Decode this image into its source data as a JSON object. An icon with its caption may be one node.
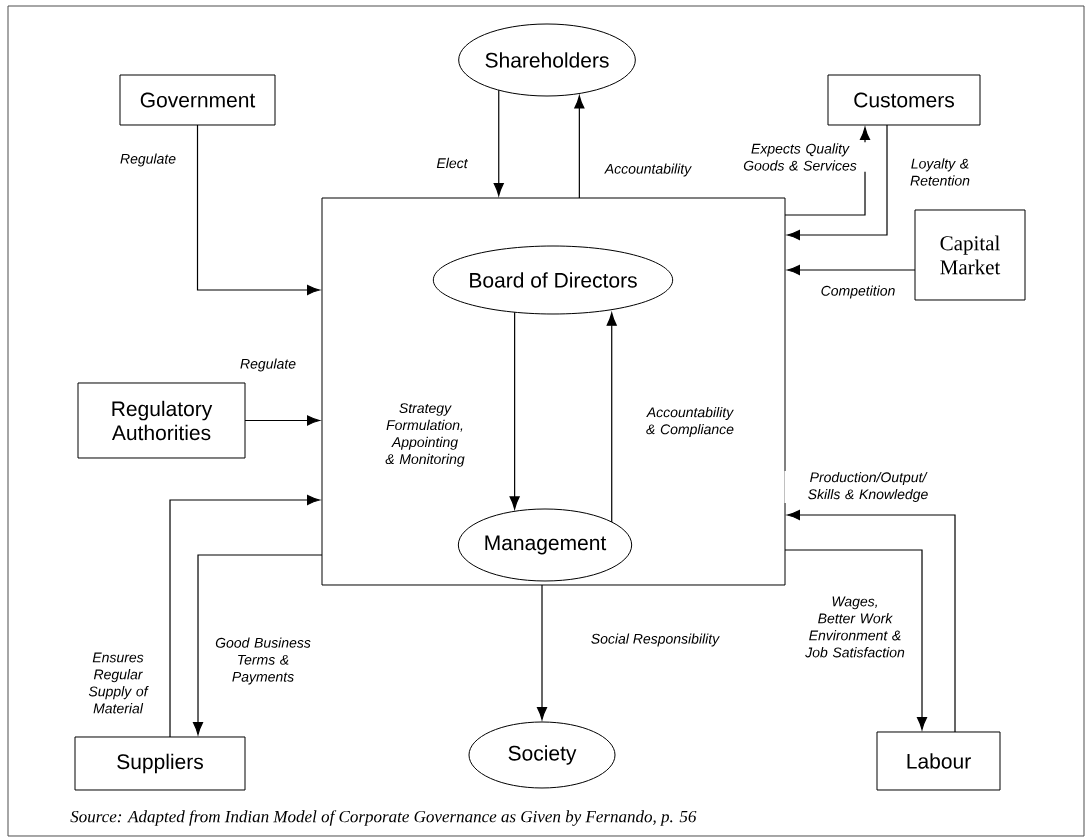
{
  "diagram": {
    "caption": "Source: Adapted from Indian Model of Corporate Governance as Given by Fernando, p. 56",
    "nodes": [
      {
        "text": [
          "Shareholders"
        ]
      },
      {
        "text": [
          "Government"
        ]
      },
      {
        "text": [
          "Customers"
        ]
      },
      {
        "text": [],
        "shape": "box"
      },
      {
        "text": [
          "Board of Directors"
        ],
        "in": 3
      },
      {
        "text": [
          "Management"
        ],
        "in": 3
      },
      {
        "text": [
          "Capital Market"
        ]
      },
      {
        "text": [
          "Regulatory Authorities"
        ]
      },
      {
        "text": [
          "Suppliers"
        ]
      },
      {
        "text": [
          "Society"
        ]
      },
      {
        "text": [
          "Labour"
        ]
      }
    ],
    "edges": [
      {
        "from": 0,
        "to": 3,
        "arrow": "to",
        "label": "Elect"
      },
      {
        "from": 3,
        "to": 0,
        "arrow": "to",
        "label": "Accountability"
      },
      {
        "from": 1,
        "to": 3,
        "arrow": "to",
        "label": "Regulate"
      },
      {
        "from": 3,
        "to": 2,
        "arrow": "to",
        "label": "Expects Quality Goods & Services"
      },
      {
        "from": 2,
        "to": 3,
        "arrow": "to",
        "label": "Loyalty & Retention"
      },
      {
        "from": 6,
        "to": 3,
        "arrow": "to",
        "label": "Competition"
      },
      {
        "from": 7,
        "to": 3,
        "arrow": "to",
        "label": "Regulate"
      },
      {
        "from": 4,
        "to": 5,
        "arrow": "to",
        "label": "Strategy Formulation, Appointing & Monitoring"
      },
      {
        "from": 5,
        "to": 4,
        "arrow": "to",
        "label": "Accountability & Compliance"
      },
      {
        "from": 8,
        "to": 3,
        "arrow": "to",
        "label": "Ensures Regular Supply of Material"
      },
      {
        "from": 3,
        "to": 8,
        "arrow": "to",
        "label": "Good Business Terms & Payments"
      },
      {
        "from": 3,
        "to": 9,
        "arrow": "to",
        "label": "Social Responsibility"
      },
      {
        "from": 10,
        "to": 3,
        "arrow": "to",
        "label": "Production/Output/ Skills & Knowledge"
      },
      {
        "from": 3,
        "to": 10,
        "arrow": "to",
        "label": "Wages, Better Work Environment & Job Satisfaction"
      }
    ]
  }
}
